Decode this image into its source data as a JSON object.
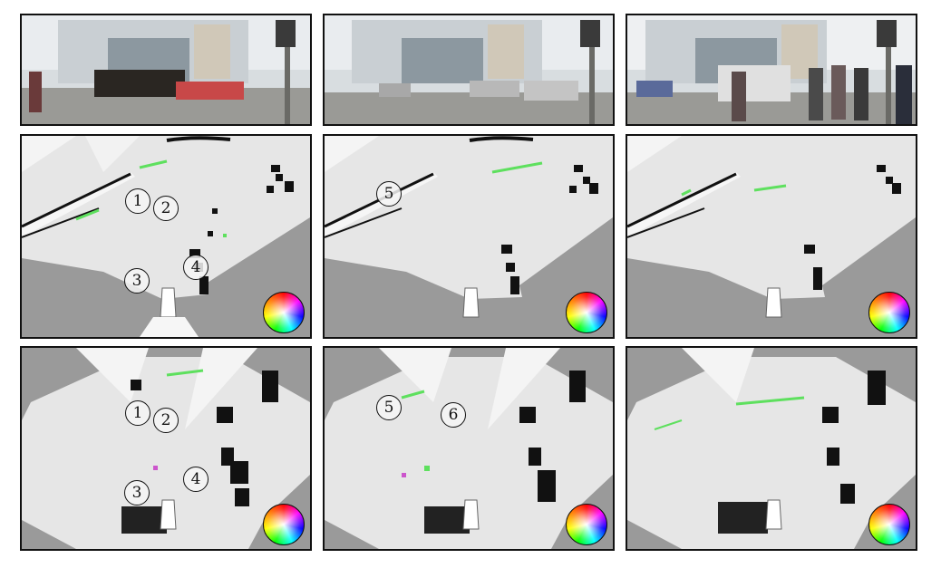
{
  "figure": {
    "rows": [
      {
        "name": "camera-row",
        "panels": [
          "camera-1",
          "camera-2",
          "camera-3"
        ]
      },
      {
        "name": "grid-map-row-a",
        "panels": [
          "map-a-1",
          "map-a-2",
          "map-a-3"
        ]
      },
      {
        "name": "grid-map-row-b",
        "panels": [
          "map-b-1",
          "map-b-2",
          "map-b-3"
        ]
      }
    ],
    "markers": {
      "a1": [
        "1",
        "2",
        "3",
        "4"
      ],
      "a2": [
        "5"
      ],
      "b1": [
        "1",
        "2",
        "3",
        "4"
      ],
      "b2": [
        "5",
        "6"
      ]
    },
    "colors": {
      "occupied": "#000000",
      "free": "#e6e6e6",
      "unknown": "#9a9a9a",
      "dynamic": "#5ee05e"
    },
    "legend": {
      "icon": "color-wheel-icon"
    }
  }
}
